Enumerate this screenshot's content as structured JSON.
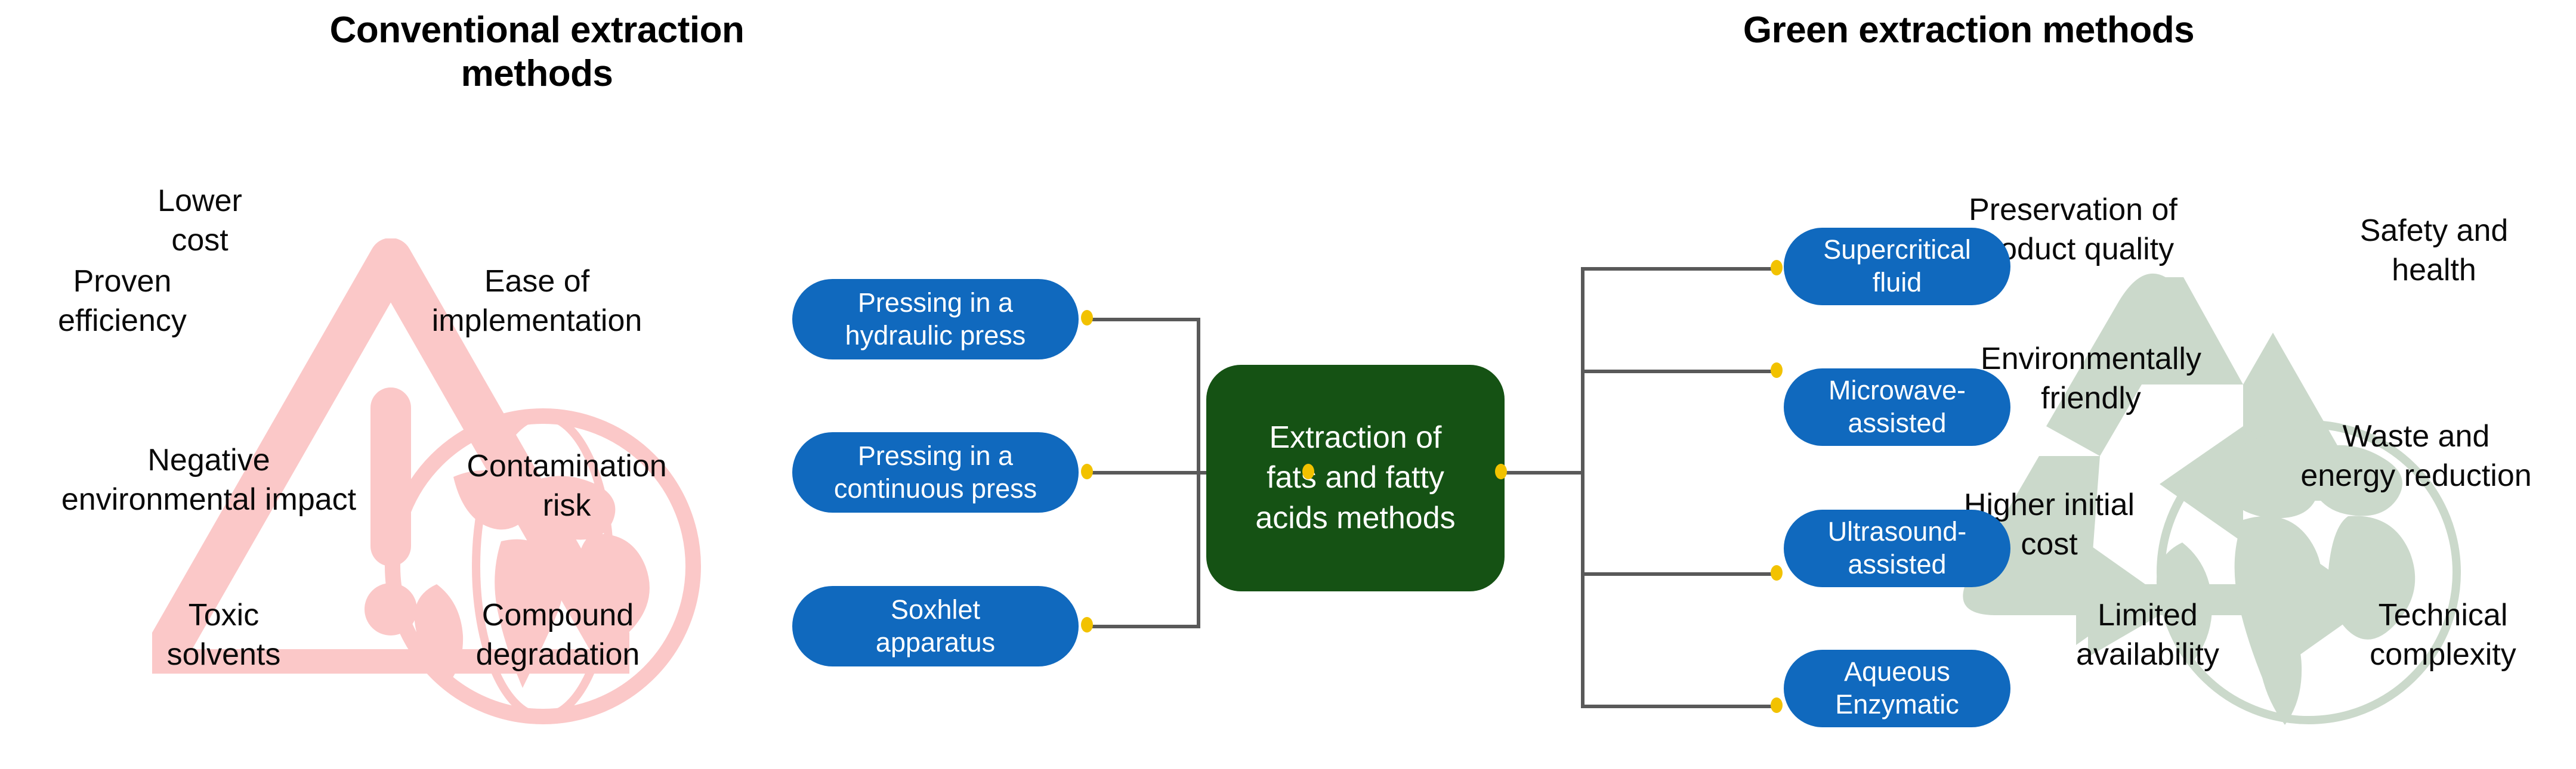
{
  "titles": {
    "left": "Conventional extraction\nmethods",
    "right": "Green extraction\nmethods"
  },
  "colors": {
    "node_blue": "#1069BE",
    "node_green": "#155214",
    "connector_gray": "#595959",
    "connector_dot_yellow": "#F2C200",
    "watermark_pink": "#FBC8C8",
    "watermark_green": "#CBD9CB",
    "text_black": "#0A0A0A"
  },
  "left_cluster": {
    "icon_warning": "warning-triangle-icon",
    "icon_globe": "globe-icon",
    "labels": [
      "Lower\ncost",
      "Proven\nefficiency",
      "Ease of\nimplementation",
      "Negative\nenvironmental impact",
      "Contamination\nrisk",
      "Toxic\nsolvents",
      "Compound\ndegradation"
    ]
  },
  "right_cluster": {
    "icon_recycle": "recycle-icon",
    "icon_globe": "globe-icon",
    "labels": [
      "Preservation of\nproduct quality",
      "Safety and\nhealth",
      "Environmentally\nfriendly",
      "Waste and\nenergy reduction",
      "Higher initial\ncost",
      "Limited\navailability",
      "Technical\ncomplexity"
    ]
  },
  "flow": {
    "center_node": "Extraction of\nfats and fatty\nacids methods",
    "conventional_nodes": [
      "Pressing in a\nhydraulic press",
      "Pressing in a\ncontinuous press",
      "Soxhlet\napparatus"
    ],
    "green_nodes": [
      "Supercritical\nfluid",
      "Microwave-\nassisted",
      "Ultrasound-\nassisted",
      "Aqueous\nEnzymatic"
    ]
  }
}
